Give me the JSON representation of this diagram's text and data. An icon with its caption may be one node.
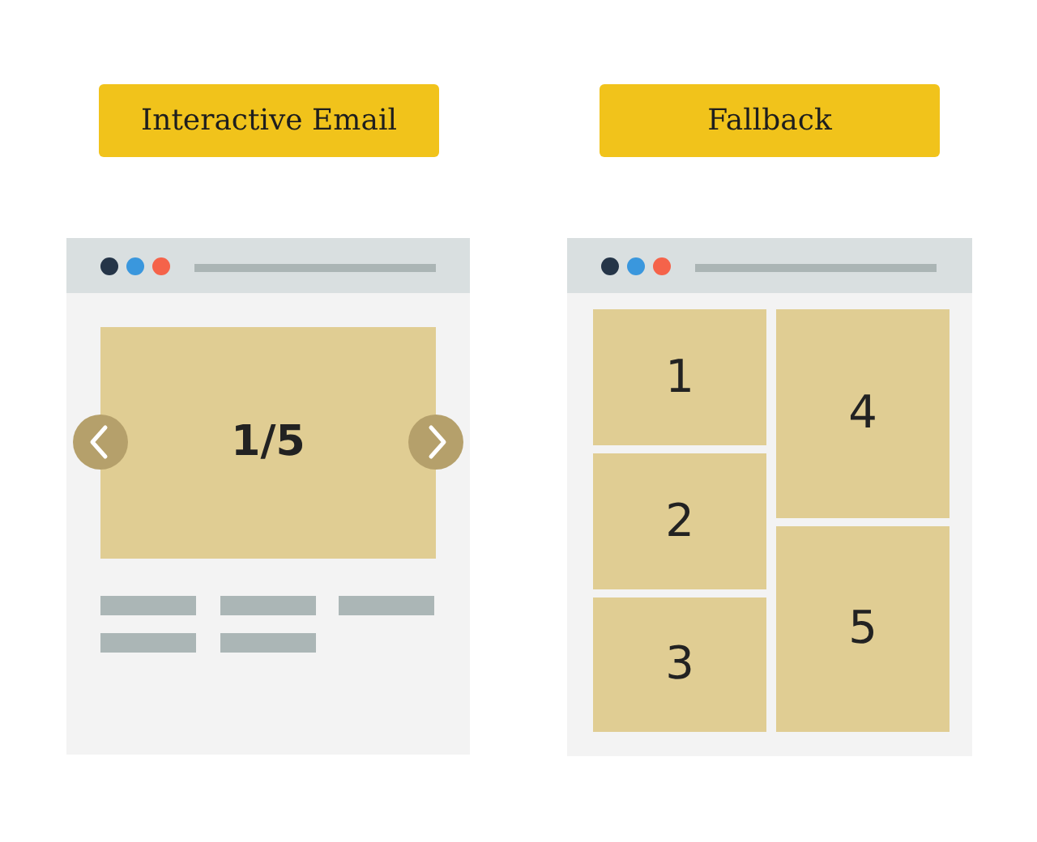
{
  "diagram": {
    "nodes": [
      {
        "text": [
          "Interactive Email"
        ]
      },
      {
        "text": [],
        "shape": "box"
      },
      {
        "text": [
          "1/5"
        ],
        "in": 1
      },
      {
        "text": [
          "Fallback"
        ]
      },
      {
        "text": [],
        "shape": "box"
      },
      {
        "text": [
          "1"
        ],
        "in": 4
      },
      {
        "text": [
          "2"
        ],
        "in": 4
      },
      {
        "text": [
          "3"
        ],
        "in": 4
      },
      {
        "text": [
          "4"
        ],
        "in": 4
      },
      {
        "text": [
          "5"
        ],
        "in": 4
      }
    ]
  }
}
